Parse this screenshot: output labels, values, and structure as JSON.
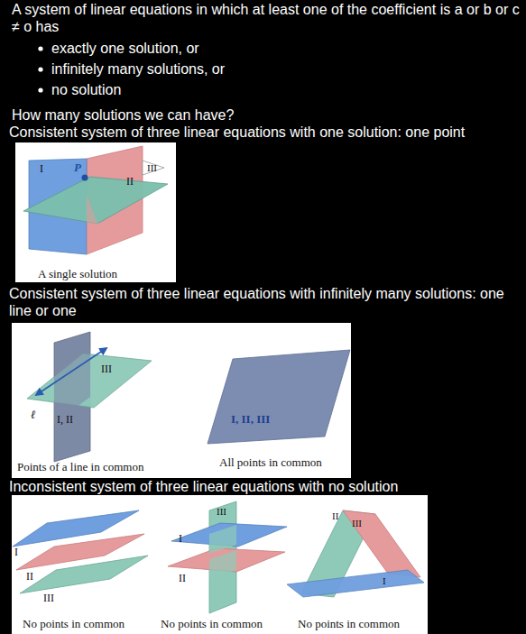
{
  "diagram": {
    "labels": [
      "A system of linear equations in which at least one of the coefficient is a or b or c ≠ o has",
      "exactly one solution, or",
      "infinitely many solutions, or",
      "no solution",
      "How many solutions we can have?",
      "Consistent system of three linear equations with one solution: one point",
      "I",
      "P",
      "II",
      "III",
      "A single solution",
      "Consistent system of three linear equations with infinitely many solutions: one line or one",
      "III",
      "ℓ",
      "I, II",
      "I, II, III",
      "Points of a line in common",
      "All points in common",
      "Inconsistent system of three linear equations with no solution",
      "I",
      "II",
      "III",
      "No points in common",
      "I",
      "II",
      "III",
      "No points in common",
      "II",
      "III",
      "I",
      "No points in common"
    ]
  }
}
